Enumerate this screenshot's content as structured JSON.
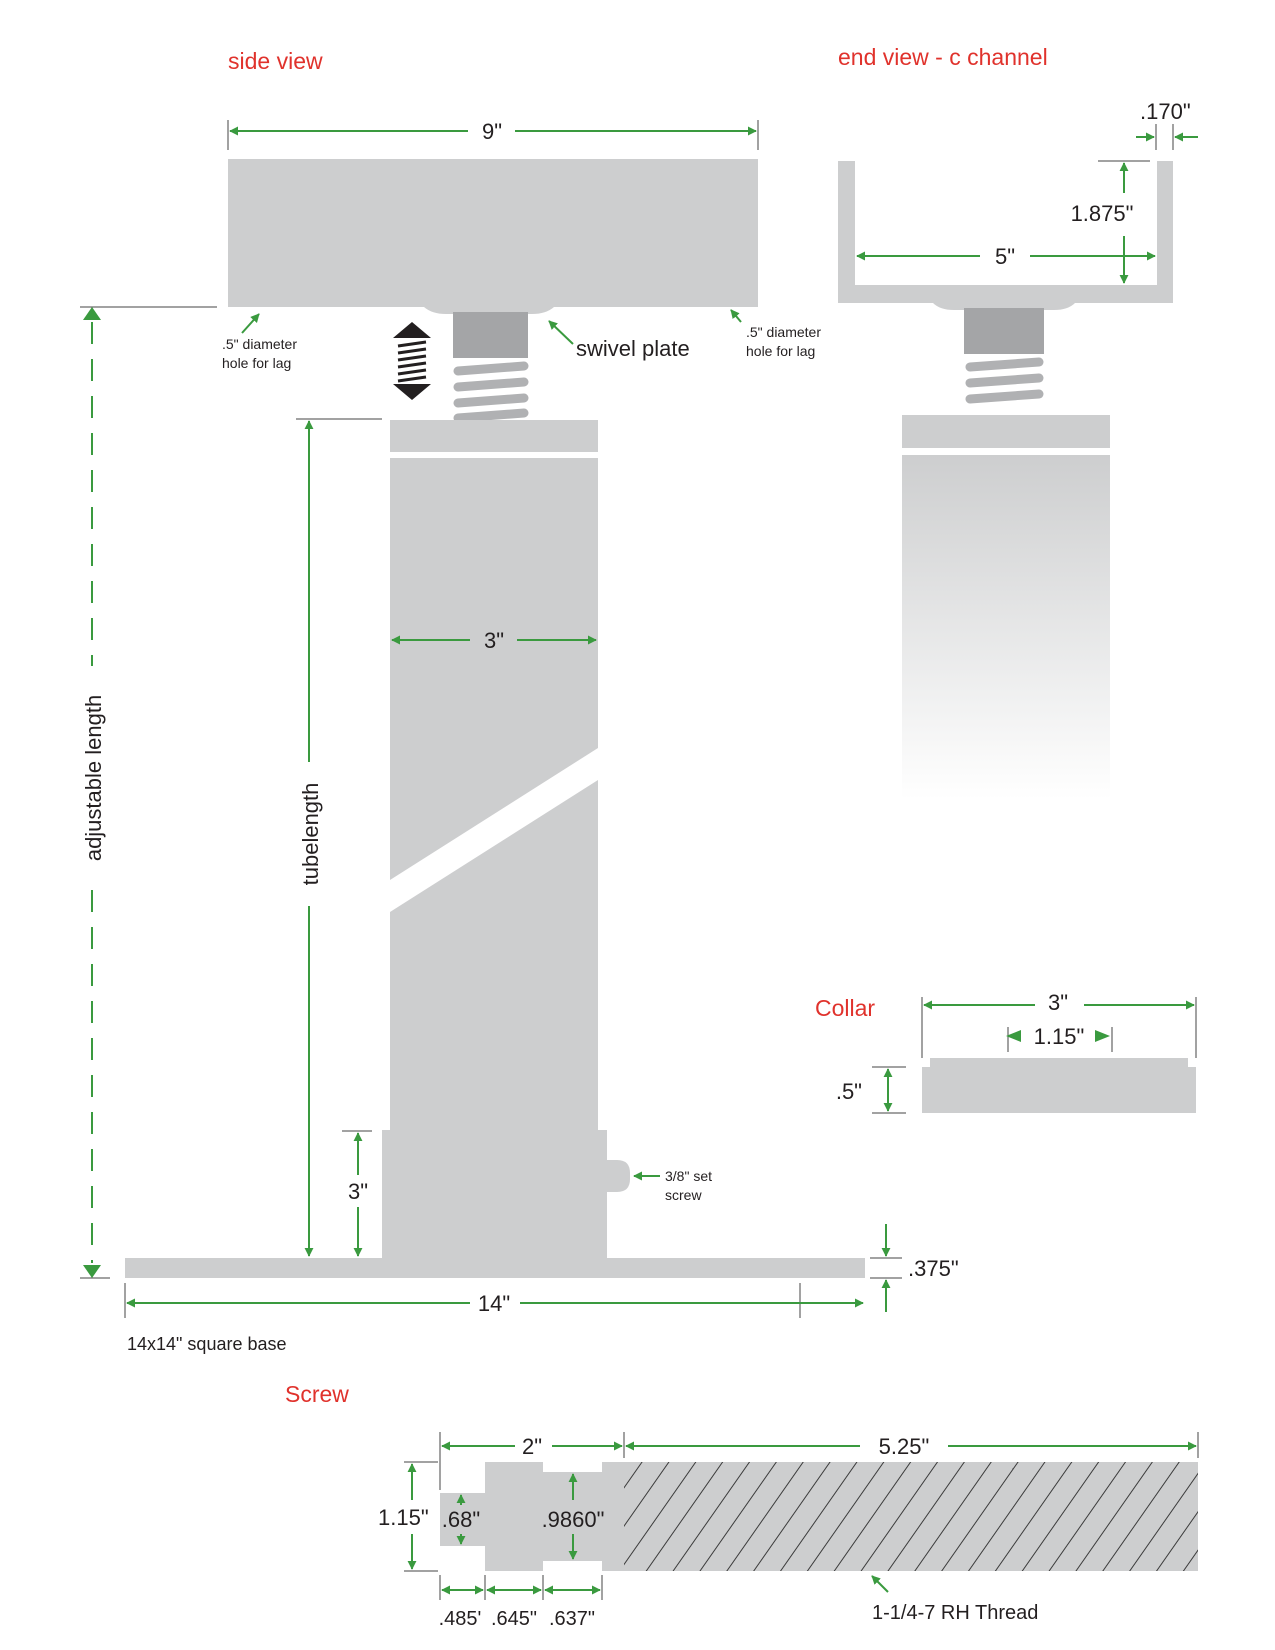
{
  "titles": {
    "side_view": "side view",
    "end_view": "end view - c channel",
    "collar": "Collar",
    "screw": "Screw"
  },
  "side_view": {
    "channel_width": "9\"",
    "hole_left": [
      ".5\" diameter",
      "hole for lag"
    ],
    "hole_right": [
      ".5\" diameter",
      "hole for lag"
    ],
    "swivel_plate": "swivel plate",
    "adjustable_length": "adjustable length",
    "tube_length": "tubelength",
    "tube_width": "3\"",
    "sleeve_height": "3\"",
    "set_screw": [
      "3/8\" set",
      "screw"
    ],
    "base_thickness": ".375\"",
    "base_width": "14\"",
    "base_note": "14x14\" square base"
  },
  "end_view": {
    "wall_thickness": ".170\"",
    "wall_height": "1.875\"",
    "inner_width": "5\""
  },
  "collar": {
    "outer_width": "3\"",
    "inner_width": "1.15\"",
    "height": ".5\""
  },
  "screw": {
    "unthreaded_length": "2\"",
    "threaded_length": "5.25\"",
    "major_diameter": "1.15\"",
    "tip_diameter": ".68\"",
    "neck_diameter": ".9860\"",
    "seg_1": ".485'",
    "seg_2": ".645\"",
    "seg_3": ".637\"",
    "thread_spec": "1-1/4-7 RH Thread"
  },
  "colors": {
    "title": "#e0322c",
    "dimension_arrow": "#3a9a3f",
    "part": "#cdcecf",
    "part_dark": "#a4a5a7"
  }
}
